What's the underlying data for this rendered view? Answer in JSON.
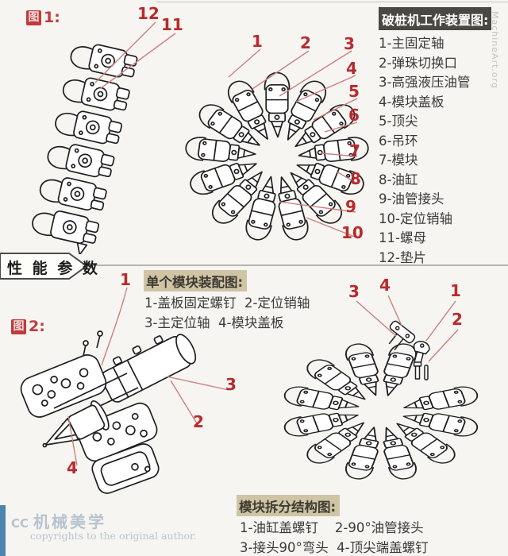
{
  "fig1": {
    "label": {
      "box": "图",
      "num": "1:"
    },
    "callouts": [
      "1",
      "2",
      "3",
      "4",
      "5",
      "6",
      "7",
      "8",
      "9",
      "10",
      "11",
      "12"
    ],
    "legend": {
      "title": "破桩机工作装置图:",
      "items": [
        "1-主固定轴",
        "2-弹珠切换口",
        "3-高强液压油管",
        "4-模块盖板",
        "5-顶尖",
        "6-吊环",
        "7-模块",
        "8-油缸",
        "9-油管接头",
        "10-定位销轴",
        "11-螺母",
        "12-垫片"
      ]
    }
  },
  "banner": {
    "title": "性 能 参 数"
  },
  "assembly_box": {
    "title": "单个模块装配图:",
    "line1": "1-盖板固定螺钉  2-定位销轴",
    "line2": "3-主定位轴  4-模块盖板"
  },
  "fig2": {
    "label": {
      "box": "图",
      "num": "2:"
    },
    "callouts": [
      "1",
      "2",
      "3",
      "4"
    ]
  },
  "split_box": {
    "title": "模块拆分结构图:",
    "line1": "1-油缸盖螺钉    2-90°油管接头",
    "line2": "3-接头90°弯头  4-顶尖端盖螺钉"
  },
  "ring2": {
    "callouts": [
      "1",
      "2",
      "3",
      "4"
    ]
  },
  "watermark": {
    "logo_prefix": "CC",
    "logo": "机械美学",
    "copyright": "copyrights to the original author.",
    "vertical": "MachineArt.org"
  },
  "colors": {
    "accent_red": "#b92a2c",
    "leader_red": "#cc7f7e",
    "legend_header_bg": "#4b4843",
    "highlight_tan": "#cfc5a5",
    "watermark_blue": "#b7c3cd",
    "left_bar_blue": "#4a86ae",
    "background": "#f6f5f2"
  }
}
